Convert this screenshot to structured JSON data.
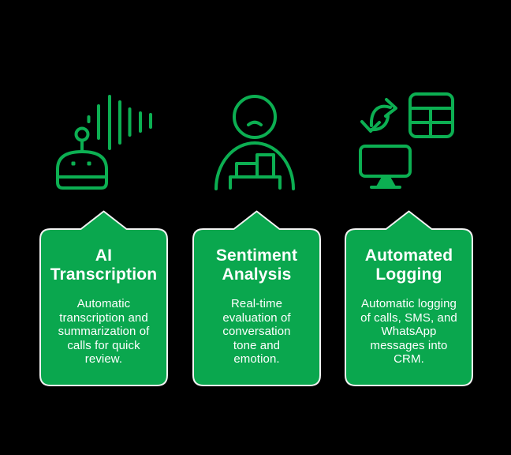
{
  "colors": {
    "background": "#000000",
    "card_green": "#0AA74E",
    "icon_green": "#0CAF52",
    "card_outline": "#F2F2F2",
    "text": "#FFFFFF"
  },
  "features": [
    {
      "icon": "robot-voice-waves-icon",
      "title": "AI\nTranscription",
      "description": "Automatic\ntranscription and\nsummarization of\ncalls for quick\nreview."
    },
    {
      "icon": "person-sentiment-chart-icon",
      "title": "Sentiment\nAnalysis",
      "description": "Real-time\nevaluation of\nconversation\ntone and\nemotion."
    },
    {
      "icon": "sync-database-monitor-icon",
      "title": "Automated\nLogging",
      "description": "Automatic logging\nof calls, SMS, and\nWhatsApp\nmessages into\nCRM."
    }
  ]
}
